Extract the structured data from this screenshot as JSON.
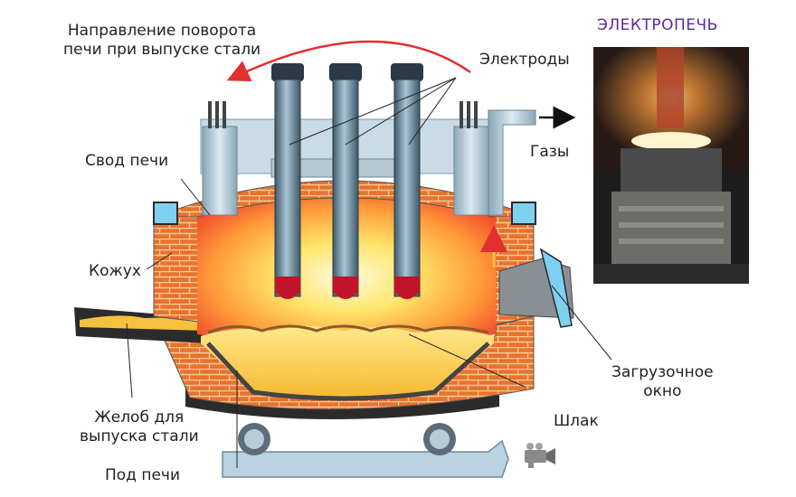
{
  "labels": {
    "rotation_line1": "Направление поворота",
    "rotation_line2": "печи при выпуске стали",
    "electrodes": "Электроды",
    "gases": "Газы",
    "roof": "Свод печи",
    "casing": "Кожух",
    "spout_line1": "Желоб для",
    "spout_line2": "выпуска стали",
    "hearth": "Под печи",
    "slag": "Шлак",
    "door_line1": "Загрузочное",
    "door_line2": "окно",
    "photo_title": "ЭЛЕКТРОПЕЧЬ"
  },
  "icons": {
    "camera": "video-camera-icon"
  },
  "colors": {
    "brick": "#e8722c",
    "brick_mortar": "#f6c89a",
    "molten": "#ffe36a",
    "hot_core": "#fff6c0",
    "flame": "#ff5a2a",
    "steel_frame": "#2b2b2b",
    "electrode": "#5c7c90",
    "electrode_tip": "#c0142a",
    "arrow_red": "#e03030",
    "water": "#7fd0f0",
    "title": "#5a2a9a"
  }
}
